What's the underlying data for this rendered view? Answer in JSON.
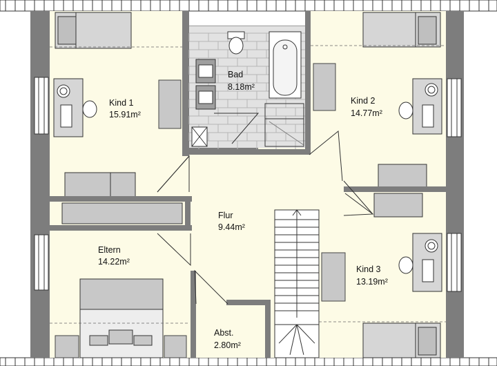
{
  "plan": {
    "title": "Dachgeschoss",
    "rooms": [
      {
        "name": "Kind 1",
        "area": "15.91m²"
      },
      {
        "name": "Bad",
        "area": "8.18m²"
      },
      {
        "name": "Kind 2",
        "area": "14.77m²"
      },
      {
        "name": "Flur",
        "area": "9.44m²"
      },
      {
        "name": "Eltern",
        "area": "14.22m²"
      },
      {
        "name": "Kind 3",
        "area": "13.19m²"
      },
      {
        "name": "Abst.",
        "area": "2.80m²"
      }
    ]
  }
}
